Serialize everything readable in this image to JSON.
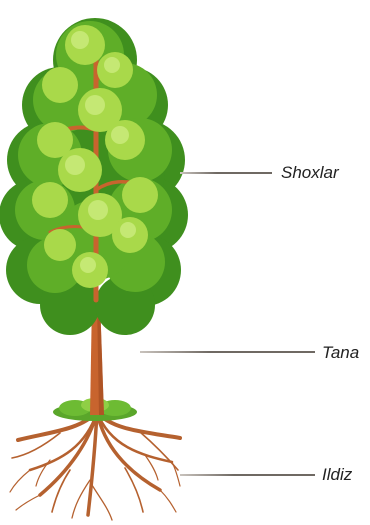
{
  "labels": {
    "branches": "Shoxlar",
    "trunk": "Tana",
    "root": "Ildiz"
  },
  "colors": {
    "foliage_dark": "#3f8f1e",
    "foliage_mid": "#62b22a",
    "foliage_light": "#a9d94a",
    "trunk": "#c8642e",
    "trunk_dark": "#9e4a20",
    "root": "#b5612f",
    "grass": "#5aa62a",
    "label_text": "#222222",
    "line": "#6f6963"
  }
}
